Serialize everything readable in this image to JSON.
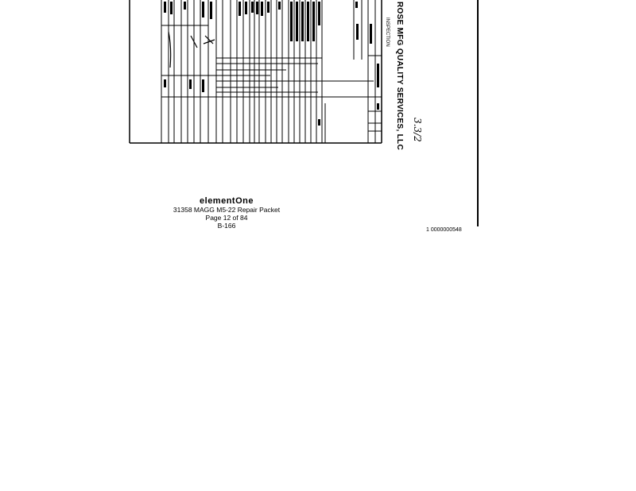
{
  "document": {
    "company": "ROSE MFG QUALITY SERVICES, LLC",
    "form_subtitle": "INSPECTION",
    "handwritten_mark": "3.3/2"
  },
  "footer": {
    "brand": "elementOne",
    "packet": "31358 MAGG M5-22 Repair Packet",
    "page": "Page 12 of 84",
    "doc_id": "B-166"
  },
  "bates_number": "1 0000000548"
}
